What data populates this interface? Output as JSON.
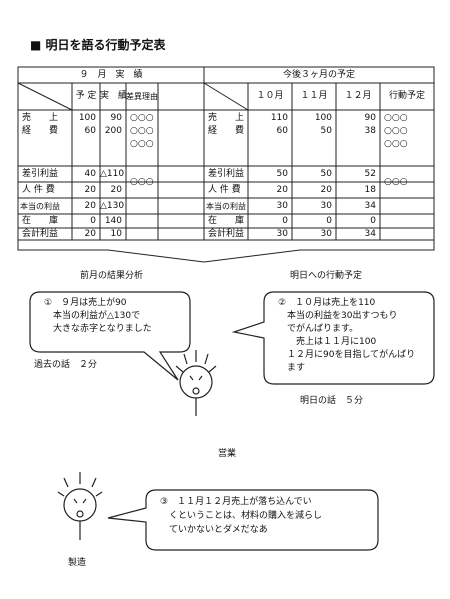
{
  "title": "■ 明日を語る行動予定表",
  "left_table": {
    "header": "９　月　実　績",
    "col_plan": "予 定",
    "col_actual": "実　績",
    "col_reason": "差異理由",
    "rows": [
      {
        "label": "売　　上",
        "plan": "100",
        "actual": "90"
      },
      {
        "label": "経　　費",
        "plan": "60",
        "actual": "200"
      },
      {
        "label": "差引利益",
        "plan": "40",
        "actual": "△110"
      },
      {
        "label": "人 件 費",
        "plan": "20",
        "actual": "20"
      },
      {
        "label": "本当の利益",
        "plan": "20",
        "actual": "△130"
      },
      {
        "label": "在　　庫",
        "plan": "0",
        "actual": "140"
      },
      {
        "label": "会計利益",
        "plan": "20",
        "actual": "10"
      }
    ],
    "reason_marks": [
      "○○○",
      "○○○",
      "○○○",
      "○○○"
    ],
    "caption": "前月の結果分析"
  },
  "right_table": {
    "header": "今後３ヶ月の予定",
    "cols": [
      "１０月",
      "１１月",
      "１２月"
    ],
    "col_action": "行動予定",
    "rows": [
      {
        "label": "売　　上",
        "values": [
          "110",
          "100",
          "90"
        ]
      },
      {
        "label": "経　　費",
        "values": [
          "60",
          "50",
          "38"
        ]
      },
      {
        "label": "差引利益",
        "values": [
          "50",
          "50",
          "52"
        ]
      },
      {
        "label": "人 件 費",
        "values": [
          "20",
          "20",
          "18"
        ]
      },
      {
        "label": "本当の利益",
        "values": [
          "30",
          "30",
          "34"
        ]
      },
      {
        "label": "在　　庫",
        "values": [
          "0",
          "0",
          "0"
        ]
      },
      {
        "label": "会計利益",
        "values": [
          "30",
          "30",
          "34"
        ]
      }
    ],
    "action_marks": [
      "○○○",
      "○○○",
      "○○○",
      "○○○"
    ],
    "caption": "明日への行動予定"
  },
  "bubbles": {
    "past": {
      "lines": [
        "①　９月は売上が90",
        "　本当の利益が△130で",
        "　大きな赤字となりました"
      ],
      "caption": "過去の話　２分"
    },
    "tomorrow": {
      "lines": [
        "②　１０月は売上を110",
        "　本当の利益を30出すつもり",
        "　でがんばります。",
        "　　売上は１１月に100",
        "　１２月に90を目指してがんばり",
        "　ます"
      ],
      "caption": "明日の話　５分"
    },
    "manufacturing": {
      "lines": [
        "③　１１月１２月売上が落ち込んでい",
        "　くということは、材料の購入を減らし",
        "　ていかないとダメだなあ"
      ]
    }
  },
  "labels": {
    "sales": "営業",
    "manufacturing": "製造"
  }
}
